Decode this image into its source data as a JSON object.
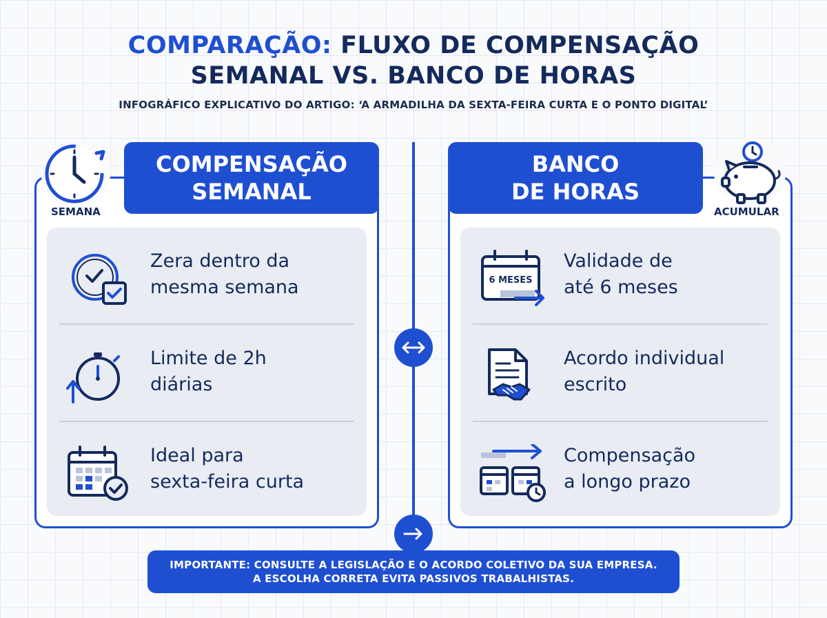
{
  "title": {
    "accent": "COMPARAÇÃO:",
    "line1_rest": " FLUXO DE COMPENSAÇÃO",
    "line2": "SEMANAL VS. BANCO DE HORAS"
  },
  "subtitle": "INFOGRÁFICO EXPLICATIVO DO ARTIGO: ‘A ARMADILHA DA SEXTA-FEIRA CURTA E O PONTO DIGITAL’",
  "left": {
    "header": [
      "COMPENSAÇÃO",
      "SEMANAL"
    ],
    "side_label": "SEMANA",
    "side_icon": "clock-cycle-icon",
    "items": [
      {
        "icon": "clock-check-icon",
        "lines": [
          "Zera dentro da",
          "mesma semana"
        ]
      },
      {
        "icon": "stopwatch-arrow-icon",
        "lines": [
          "Limite de 2h",
          "diárias"
        ]
      },
      {
        "icon": "calendar-check-icon",
        "lines": [
          "Ideal para",
          "sexta-feira curta"
        ]
      }
    ]
  },
  "right": {
    "header": [
      "BANCO",
      "DE HORAS"
    ],
    "side_label": "ACUMULAR",
    "side_icon": "piggy-bank-icon",
    "items": [
      {
        "icon": "calendar-6-months-icon",
        "badge": "6 MESES",
        "lines": [
          "Validade de",
          "até 6 meses"
        ]
      },
      {
        "icon": "handshake-document-icon",
        "lines": [
          "Acordo individual",
          "escrito"
        ]
      },
      {
        "icon": "calendars-clock-icon",
        "lines": [
          "Compensação",
          "a longo prazo"
        ]
      }
    ]
  },
  "connectors": {
    "middle_icon": "bidirectional-arrow-icon",
    "bottom_icon": "right-arrow-icon"
  },
  "note": [
    "IMPORTANTE: CONSULTE A LEGISLAÇÃO E O ACORDO COLETIVO DA SUA EMPRESA.",
    "A ESCOLHA CORRETA EVITA PASSIVOS TRABALHISTAS."
  ],
  "colors": {
    "primary": "#1f4fd1",
    "dark_text": "#142a5c",
    "panel_bg": "#e9ecf3"
  }
}
